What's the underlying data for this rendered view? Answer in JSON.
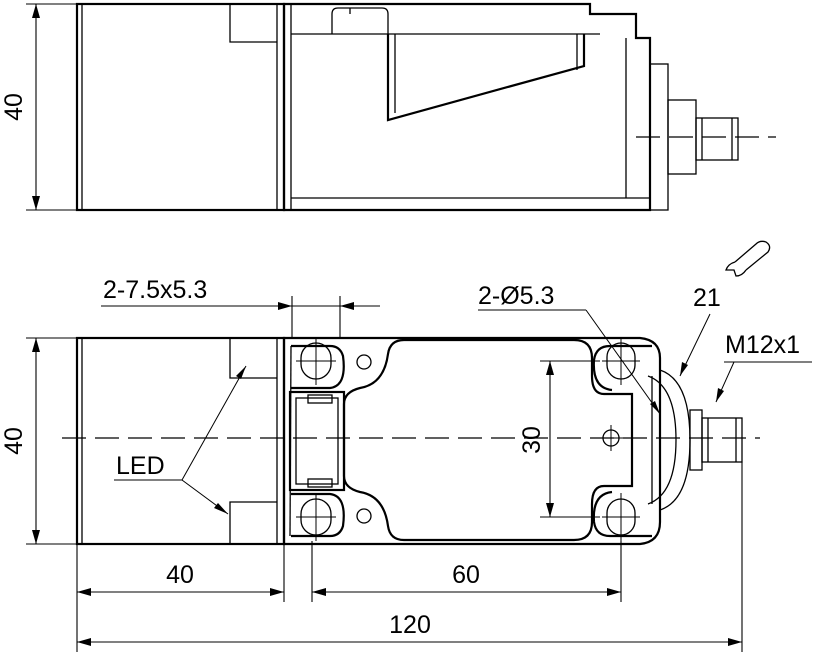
{
  "dimensions": {
    "top_height": "40",
    "front_height": "40",
    "slot": "2-7.5x5.3",
    "holes": "2-Ø5.3",
    "wrench": "21",
    "thread": "M12x1",
    "led": "LED",
    "hole_spacing_v": "30",
    "head_length": "40",
    "hole_spacing_h": "60",
    "total_length": "120"
  }
}
